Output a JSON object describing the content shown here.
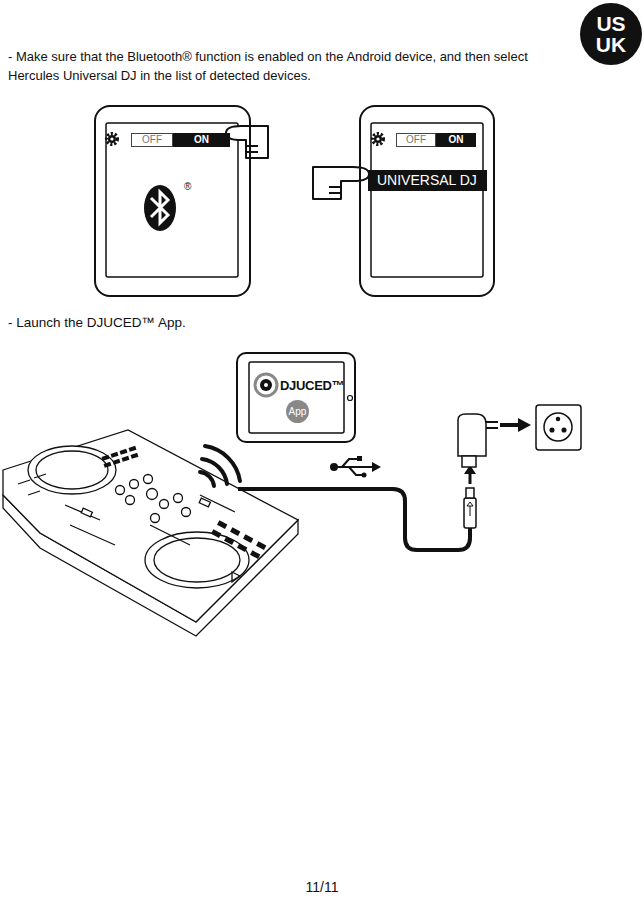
{
  "diagram": {
    "nodes": [
      {
        "text": [
          "US",
          "UK"
        ]
      },
      {
        "text": [
          "OFF",
          "ON",
          "®"
        ]
      },
      {
        "text": [
          "OFF",
          "ON",
          "UNIVERSAL DJ"
        ]
      },
      {
        "text": [
          "DJUCED™",
          "App"
        ]
      }
    ],
    "labels": [
      "- Make sure that the Bluetooth® function is enabled on the Android device, and then select Hercules Universal DJ in the list of detected devices.",
      "- Launch the DJUCED™ App.",
      "11/11"
    ]
  }
}
